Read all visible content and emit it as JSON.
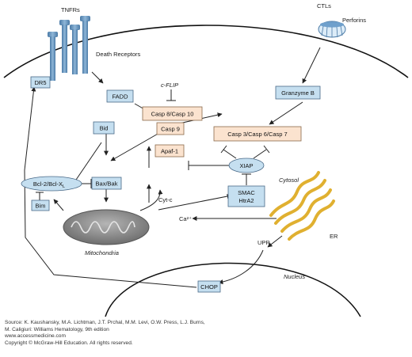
{
  "labels": {
    "tnfrs": "TNFRs",
    "death_receptors": "Death Receptors",
    "ctls": "CTLs",
    "perforins": "Perforins",
    "c_flip": "c-FLIP",
    "cyt_c": "Cyt-c",
    "ca": "Ca²⁺",
    "cytosol": "Cytosol",
    "mitochondria": "Mitochondria",
    "er": "ER",
    "upr": "UPR",
    "nucleus": "Nucleus"
  },
  "nodes": {
    "dr5": "DR5",
    "fadd": "FADD",
    "granzyme_b": "Granzyme B",
    "casp8_10": "Casp 8/Casp 10",
    "casp3_6_7": "Casp 3/Casp 6/Casp 7",
    "bid": "Bid",
    "casp9": "Casp 9",
    "apaf1": "Apaf-1",
    "xiap": "XIAP",
    "bcl2": "Bcl-2/Bcl-X",
    "bcl2_sub": "L",
    "bax_bak": "Bax/Bak",
    "bim": "Bim",
    "smac_1": "SMAC",
    "smac_2": "HtrA2",
    "chop": "CHOP"
  },
  "colors": {
    "blue_box": "#c5dff0",
    "orange_box": "#fbe3cf",
    "receptor": "#5f8fb8",
    "mitochondria": "#8a8a8a",
    "er": "#e0b030"
  },
  "footer": {
    "line1": "Source: K. Kaushansky, M.A. Lichtman, J.T. Prchal, M.M. Levi, O.W. Press, L.J. Burns,",
    "line2": "M. Caligiuri: Williams Hematology, 9th edition",
    "line3": "www.accessmedicine.com",
    "line4": "Copyright © McGraw-Hill Education.  All rights reserved."
  }
}
